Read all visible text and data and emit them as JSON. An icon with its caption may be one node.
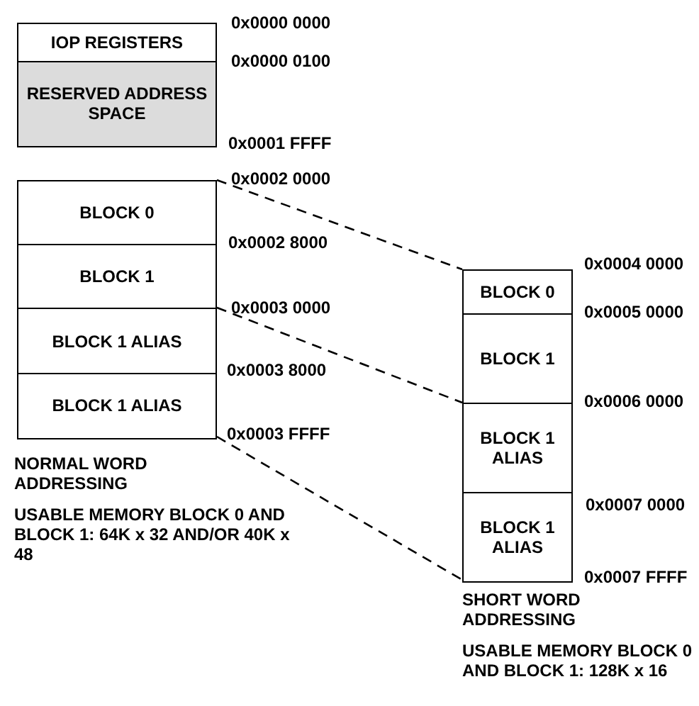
{
  "diagram": {
    "nodes": [
      {
        "text": [
          "IOP REGISTERS"
        ]
      },
      {
        "text": [
          "RESERVED ADDRESS SPACE"
        ]
      },
      {
        "text": [
          "BLOCK 0"
        ]
      },
      {
        "text": [
          "BLOCK 1"
        ]
      },
      {
        "text": [
          "BLOCK 1 ALIAS"
        ]
      },
      {
        "text": [
          "BLOCK 1 ALIAS"
        ]
      },
      {
        "text": [
          "BLOCK 0"
        ]
      },
      {
        "text": [
          "BLOCK 1"
        ]
      },
      {
        "text": [
          "BLOCK 1 ALIAS"
        ]
      },
      {
        "text": [
          "BLOCK 1 ALIAS"
        ]
      }
    ],
    "edges": [
      {
        "from": 2,
        "to": 6,
        "arrow": "none",
        "style": "dashed"
      },
      {
        "from": 3,
        "to": 8,
        "arrow": "none",
        "style": "dashed"
      },
      {
        "from": 5,
        "to": 9,
        "arrow": "none",
        "style": "dashed"
      }
    ],
    "labels": [
      "0x0000 0000",
      "0x0000 0100",
      "0x0001 FFFF",
      "0x0002 0000",
      "0x0002 8000",
      "0x0003 0000",
      "0x0003 8000",
      "0x0003 FFFF",
      "0x0004 0000",
      "0x0005 0000",
      "0x0006 0000",
      "0x0007 0000",
      "0x0007 FFFF",
      "NORMAL WORD ADDRESSING",
      "USABLE MEMORY BLOCK 0 AND BLOCK 1: 64K x 32 AND/OR 40K x 48",
      "SHORT WORD ADDRESSING",
      "USABLE MEMORY BLOCK 0 AND BLOCK 1: 128K x 16"
    ]
  }
}
